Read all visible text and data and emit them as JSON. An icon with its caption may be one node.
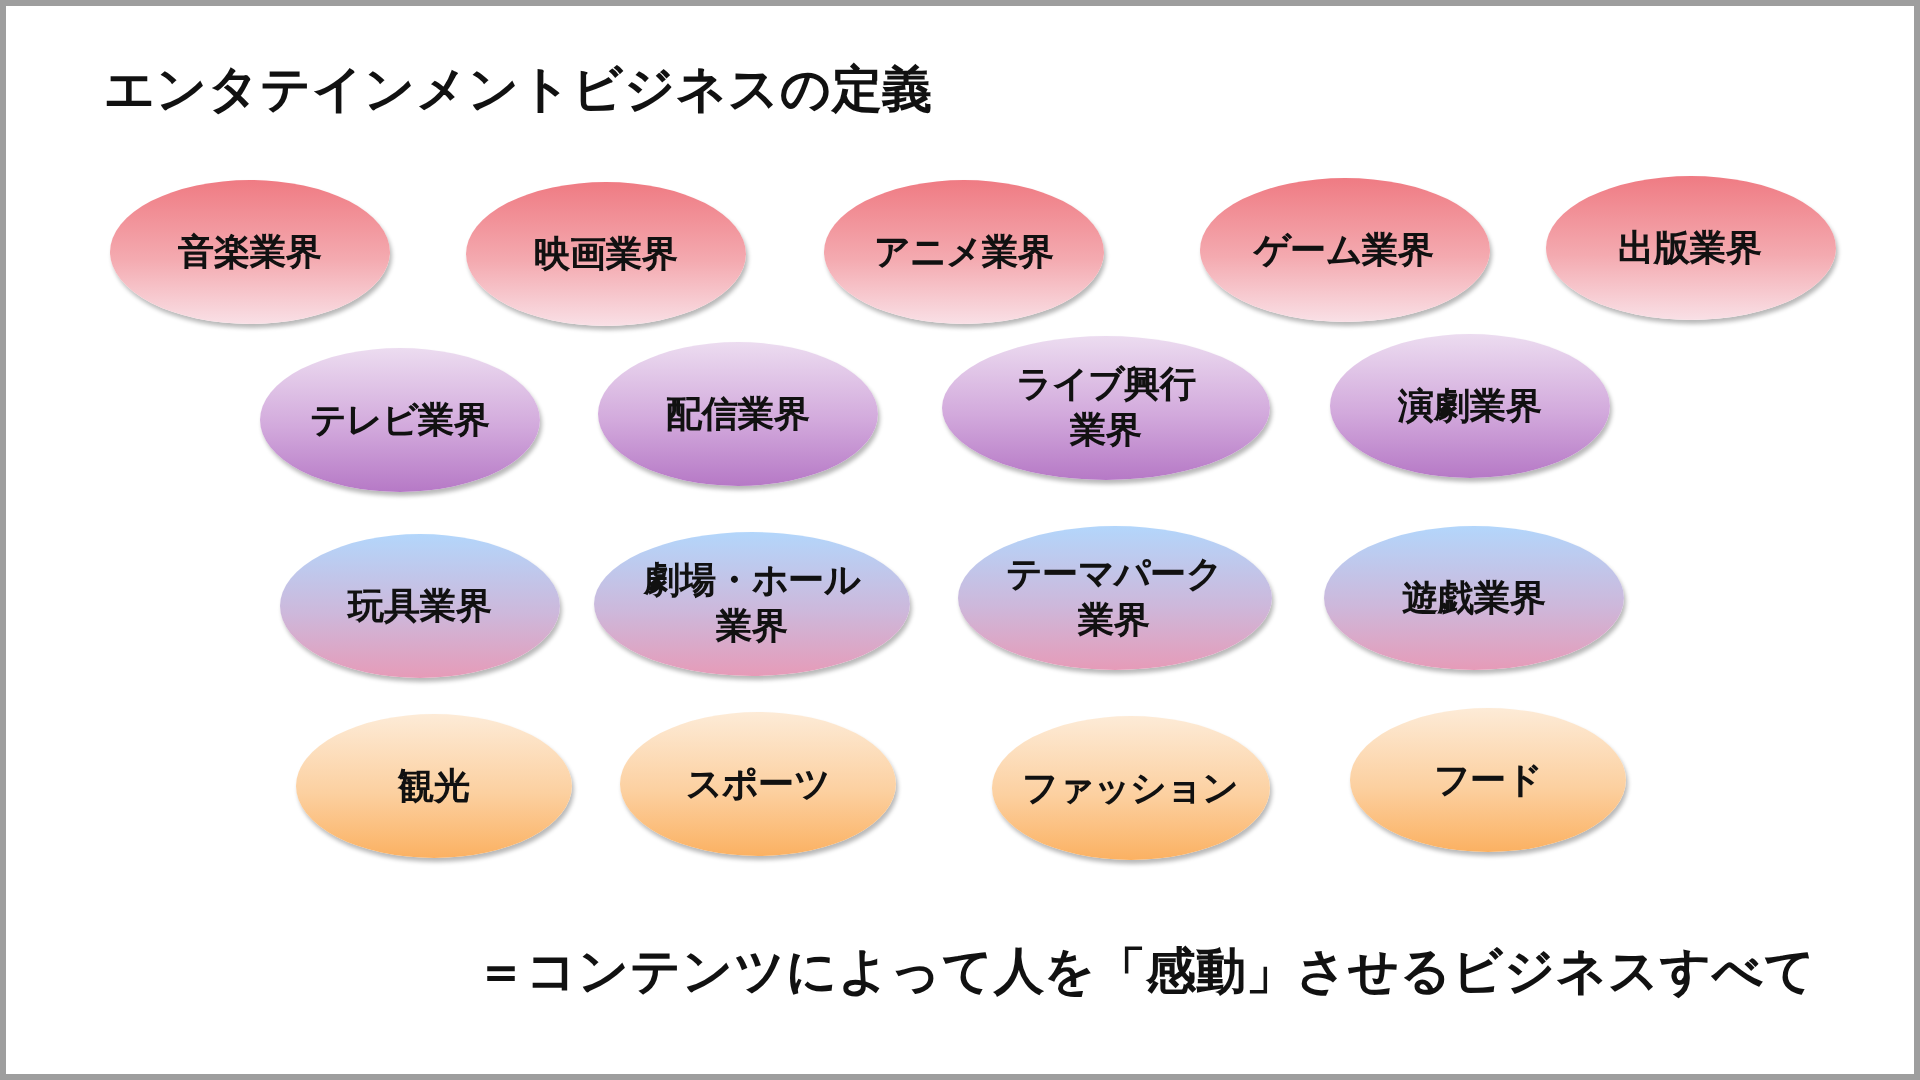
{
  "diagram": {
    "title": "エンタテインメントビジネスの定義",
    "nodes": [
      {
        "text": [
          "音楽業界"
        ]
      },
      {
        "text": [
          "映画業界"
        ]
      },
      {
        "text": [
          "アニメ業界"
        ]
      },
      {
        "text": [
          "ゲーム業界"
        ]
      },
      {
        "text": [
          "出版業界"
        ]
      },
      {
        "text": [
          "テレビ業界"
        ]
      },
      {
        "text": [
          "配信業界"
        ]
      },
      {
        "text": [
          "ライブ興行業界"
        ]
      },
      {
        "text": [
          "演劇業界"
        ]
      },
      {
        "text": [
          "玩具業界"
        ]
      },
      {
        "text": [
          "劇場・ホール業界"
        ]
      },
      {
        "text": [
          "テーマパーク業界"
        ]
      },
      {
        "text": [
          "遊戯業界"
        ]
      },
      {
        "text": [
          "観光"
        ]
      },
      {
        "text": [
          "スポーツ"
        ]
      },
      {
        "text": [
          "ファッション"
        ]
      },
      {
        "text": [
          "フード"
        ]
      }
    ],
    "labels": [
      "＝コンテンツによって人を「感動」させるビジネスすべて"
    ]
  }
}
